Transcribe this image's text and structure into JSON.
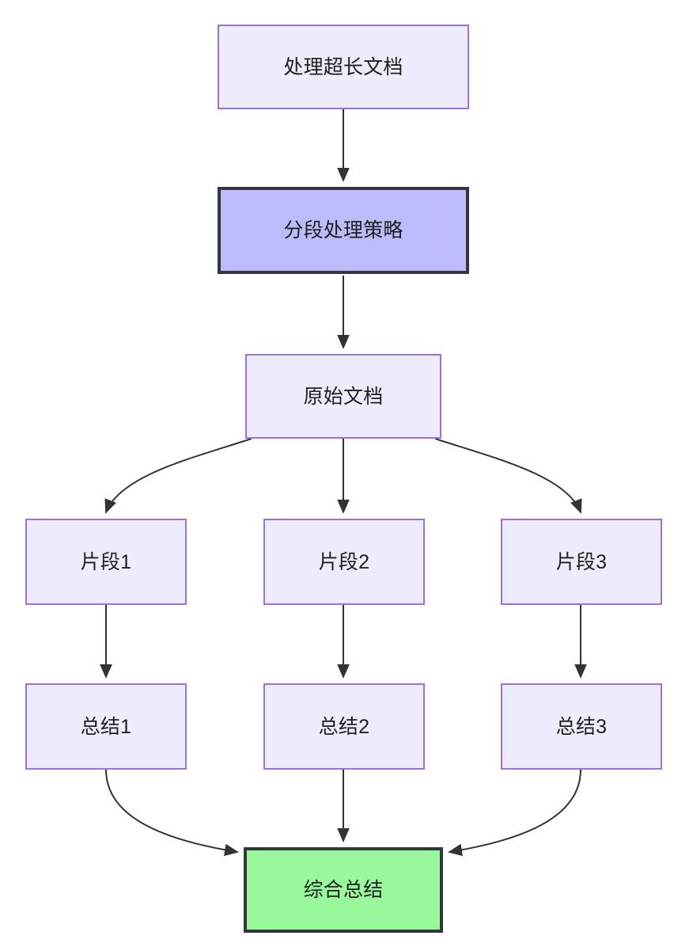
{
  "diagram": {
    "type": "flowchart",
    "direction": "top-down",
    "background_color": "#ffffff",
    "title_node": "处理超长文档",
    "styles": {
      "default_fill": "#ececfd",
      "default_stroke": "#9d70e8",
      "highlight_fill": "#bcbcfb",
      "highlight_stroke": "#35353c",
      "result_fill": "#97f99b",
      "result_stroke": "#35353c",
      "edge_color": "#333333",
      "text_color": "#1f1f1f"
    },
    "nodes": [
      {
        "id": "start",
        "label": "处理超长文档",
        "style": "default"
      },
      {
        "id": "strategy",
        "label": "分段处理策略",
        "style": "highlight"
      },
      {
        "id": "source",
        "label": "原始文档",
        "style": "default"
      },
      {
        "id": "chunk1",
        "label": "片段1",
        "style": "default"
      },
      {
        "id": "chunk2",
        "label": "片段2",
        "style": "default"
      },
      {
        "id": "chunk3",
        "label": "片段3",
        "style": "default"
      },
      {
        "id": "summary1",
        "label": "总结1",
        "style": "default"
      },
      {
        "id": "summary2",
        "label": "总结2",
        "style": "default"
      },
      {
        "id": "summary3",
        "label": "总结3",
        "style": "default"
      },
      {
        "id": "final",
        "label": "综合总结",
        "style": "result"
      }
    ],
    "edges": [
      {
        "from": "start",
        "to": "strategy",
        "shape": "straight"
      },
      {
        "from": "strategy",
        "to": "source",
        "shape": "straight"
      },
      {
        "from": "source",
        "to": "chunk1",
        "shape": "curve-left"
      },
      {
        "from": "source",
        "to": "chunk2",
        "shape": "straight"
      },
      {
        "from": "source",
        "to": "chunk3",
        "shape": "curve-right"
      },
      {
        "from": "chunk1",
        "to": "summary1",
        "shape": "straight"
      },
      {
        "from": "chunk2",
        "to": "summary2",
        "shape": "straight"
      },
      {
        "from": "chunk3",
        "to": "summary3",
        "shape": "straight"
      },
      {
        "from": "summary1",
        "to": "final",
        "shape": "curve-right"
      },
      {
        "from": "summary2",
        "to": "final",
        "shape": "straight"
      },
      {
        "from": "summary3",
        "to": "final",
        "shape": "curve-left"
      }
    ]
  }
}
